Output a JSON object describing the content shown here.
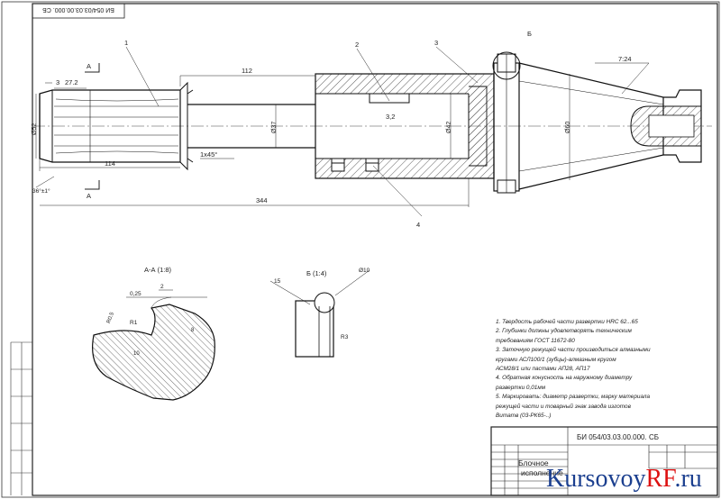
{
  "drawing": {
    "stamp_rotated": "БИ 054/03.03.00.000. СБ",
    "title_block_code": "БИ 054/03.03.00.000. СБ",
    "title_block_name_line1": "Блочное",
    "title_block_name_line2": "исполнение",
    "logo_part1": "Kursovoy",
    "logo_part2": "RF",
    "logo_part3": ".ru",
    "callouts": [
      "1",
      "2",
      "3",
      "4",
      "Б"
    ],
    "section_labels": {
      "a1": "А",
      "a2": "А",
      "aa": "А-А (1:8)",
      "b": "Б (1:4)"
    },
    "dims": {
      "d112": "112",
      "d114": "114",
      "d344": "344",
      "d3": "3",
      "d272": "27.2",
      "d52": "Ø52",
      "d37": "Ø37",
      "d42": "Ø42",
      "d60": "Ø60",
      "d36": "36°±1°",
      "chamfer": "1х45°",
      "rough": "3,2",
      "taper": "7:24",
      "aa_d025": "0,25",
      "aa_d2": "2",
      "aa_r1": "R1",
      "aa_r05": "R0.5",
      "aa_d8": "8",
      "aa_d10": "10",
      "b_d15": "15",
      "b_d10": "Ø10",
      "b_r3": "R3"
    },
    "notes": [
      "1. Твердость рабочей части развертки HRC 62...65",
      "2. Глубинки должны удовлетворять техническим",
      "требованиям ГОСТ 11672-80",
      "3. Заточную режущей части производиться алмазными",
      "кругами АСЛ100/1 (зубцы)-алмазным кругом",
      "АСМ28/1 или пастами АП28, АП17",
      "4. Обратная конусность на наружному диаметру",
      "развертки 0,01мм",
      "5. Маркировать: диаметр развертки, марку материала",
      "режущей части и товарный знак завода изготов",
      "Витатв (03-РК65-..)"
    ]
  }
}
